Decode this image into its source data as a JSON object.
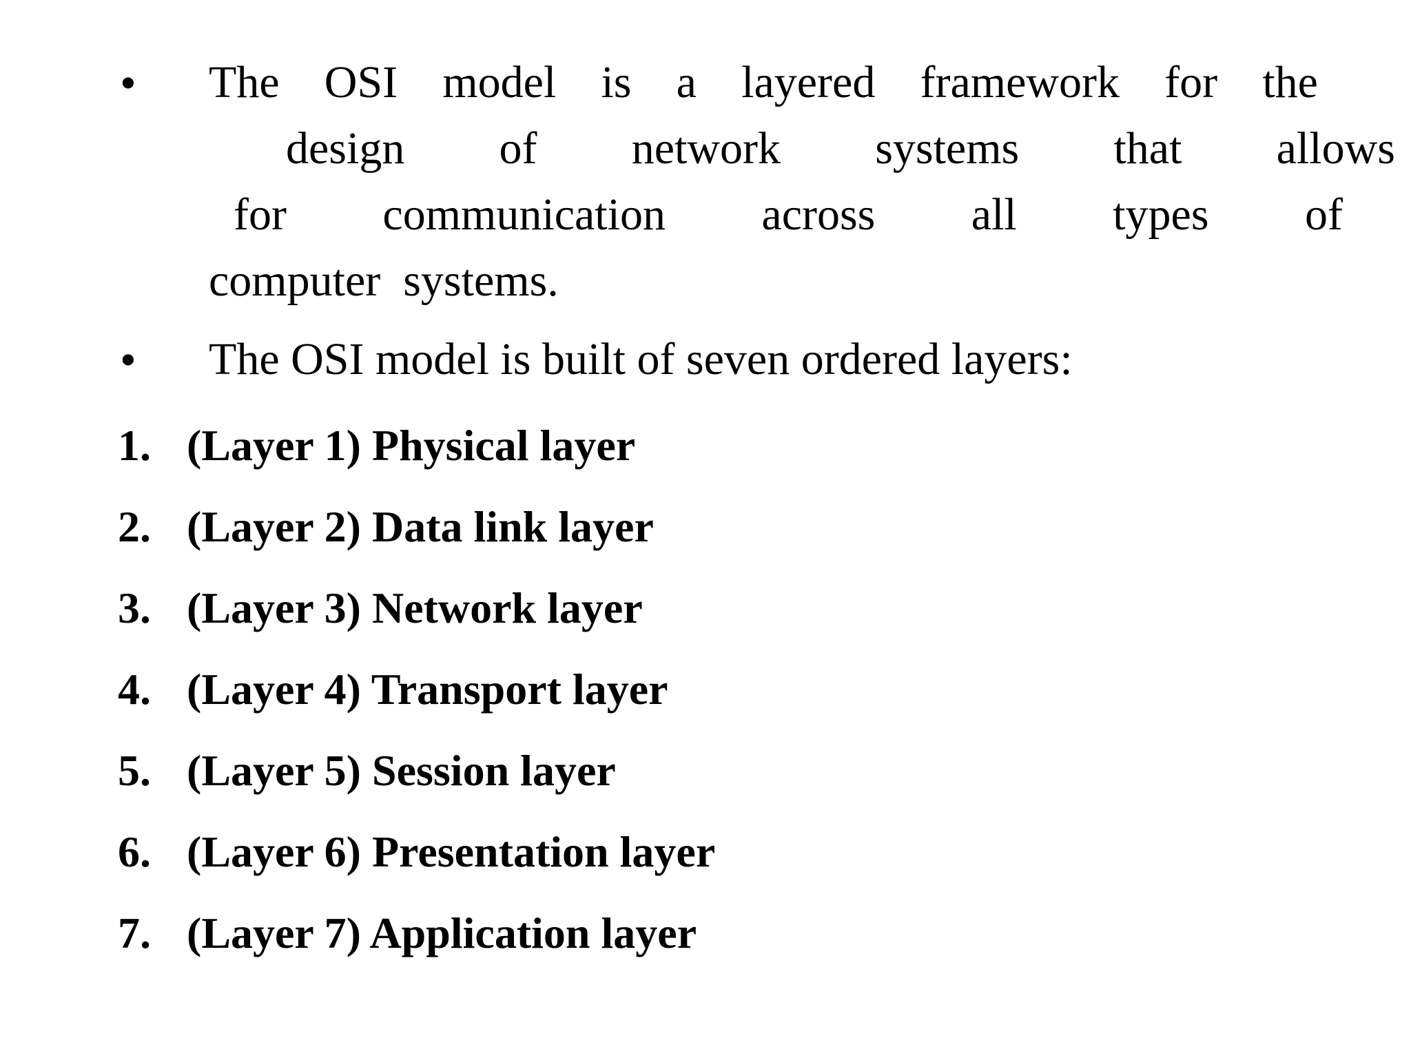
{
  "slide": {
    "background_color": "#ffffff",
    "text_color": "#000000",
    "bullet_glyph": "•"
  },
  "bullets": [
    {
      "marker": "•",
      "text": "The OSI model is a layered framework for the design of  network systems that allows for communication across  all types of computer   systems.",
      "lines": [
        [
          "The",
          "OSI",
          "model",
          "is",
          "a",
          "layered",
          "framework",
          "for",
          "the"
        ],
        [
          "design",
          "of",
          "",
          "network",
          "systems",
          "that",
          "allows"
        ],
        [
          "for",
          "communication",
          "across",
          "",
          "all",
          "types",
          "of"
        ],
        [
          "computer",
          "  ",
          "systems."
        ]
      ]
    },
    {
      "marker": "•",
      "text": "The OSI model is built of seven ordered layers:",
      "lines": [
        [
          "The OSI model is built of seven ordered layers:"
        ]
      ]
    }
  ],
  "layers": [
    {
      "number": "1.",
      "label": "(Layer 1) Physical layer"
    },
    {
      "number": "2.",
      "label": "(Layer 2) Data link layer"
    },
    {
      "number": "3.",
      "label": "(Layer 3) Network layer"
    },
    {
      "number": "4.",
      "label": "(Layer 4) Transport layer"
    },
    {
      "number": "5.",
      "label": "(Layer 5) Session layer"
    },
    {
      "number": "6.",
      "label": "(Layer 6) Presentation layer"
    },
    {
      "number": "7.",
      "label": "(Layer 7) Application layer"
    }
  ]
}
